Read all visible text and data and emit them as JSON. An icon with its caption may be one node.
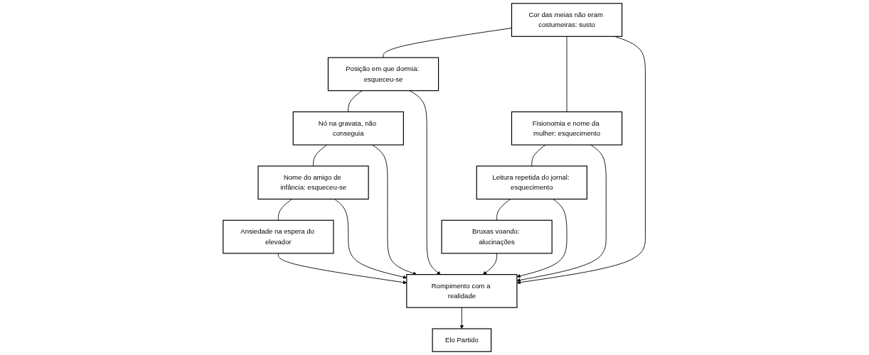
{
  "diagram": {
    "nodes": [
      {
        "text": [
          "Cor das meias não eram costumeiras: susto"
        ]
      },
      {
        "text": [
          "Posição em que dormia: esqueceu-se"
        ]
      },
      {
        "text": [
          "Fisionomia e nome da mulher: esquecimento"
        ]
      },
      {
        "text": [
          "Nó na gravata, não conseguia"
        ]
      },
      {
        "text": [
          "Leitura repetida do jornal: esquecimento"
        ]
      },
      {
        "text": [
          "Rompimento com a realidade"
        ]
      },
      {
        "text": [
          "Nome do amigo de infância: esqueceu-se"
        ]
      },
      {
        "text": [
          "Bruxas voando: alucinações"
        ]
      },
      {
        "text": [
          "Ansiedade na espera do elevador"
        ]
      },
      {
        "text": [
          "Elo Partido"
        ]
      }
    ],
    "edges": [
      {
        "from": 0,
        "to": 1,
        "arrow": "none"
      },
      {
        "from": 0,
        "to": 2,
        "arrow": "none"
      },
      {
        "from": 1,
        "to": 3,
        "arrow": "none"
      },
      {
        "from": 2,
        "to": 4,
        "arrow": "none"
      },
      {
        "from": 3,
        "to": 6,
        "arrow": "none"
      },
      {
        "from": 4,
        "to": 7,
        "arrow": "none"
      },
      {
        "from": 6,
        "to": 8,
        "arrow": "none"
      },
      {
        "from": 0,
        "to": 5,
        "arrow": "to"
      },
      {
        "from": 1,
        "to": 5,
        "arrow": "to"
      },
      {
        "from": 2,
        "to": 5,
        "arrow": "to"
      },
      {
        "from": 3,
        "to": 5,
        "arrow": "to"
      },
      {
        "from": 4,
        "to": 5,
        "arrow": "to"
      },
      {
        "from": 6,
        "to": 5,
        "arrow": "to"
      },
      {
        "from": 7,
        "to": 5,
        "arrow": "to"
      },
      {
        "from": 8,
        "to": 5,
        "arrow": "to"
      },
      {
        "from": 5,
        "to": 9,
        "arrow": "to"
      }
    ]
  }
}
